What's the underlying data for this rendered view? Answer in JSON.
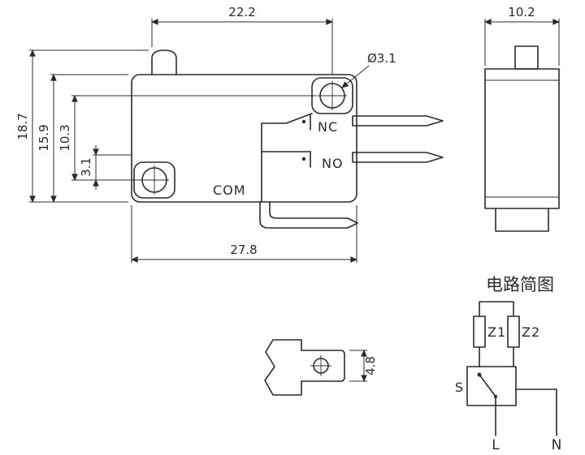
{
  "dimensions": {
    "top_width": "22.2",
    "side_width": "10.2",
    "hole_diameter": "Ø3.1",
    "overall_height": "18.7",
    "body_height": "15.9",
    "hole_spacing": "10.3",
    "hole_offset": "3.1",
    "body_width": "27.8",
    "terminal_height": "4.8"
  },
  "terminals": {
    "nc": "NC",
    "no": "NO",
    "com": "COM"
  },
  "circuit": {
    "title": "电路简图",
    "component_z1": "Z1",
    "component_z2": "Z2",
    "switch": "S",
    "line": "L",
    "neutral": "N"
  },
  "colors": {
    "line": "#2b2b2b",
    "background": "#ffffff"
  }
}
